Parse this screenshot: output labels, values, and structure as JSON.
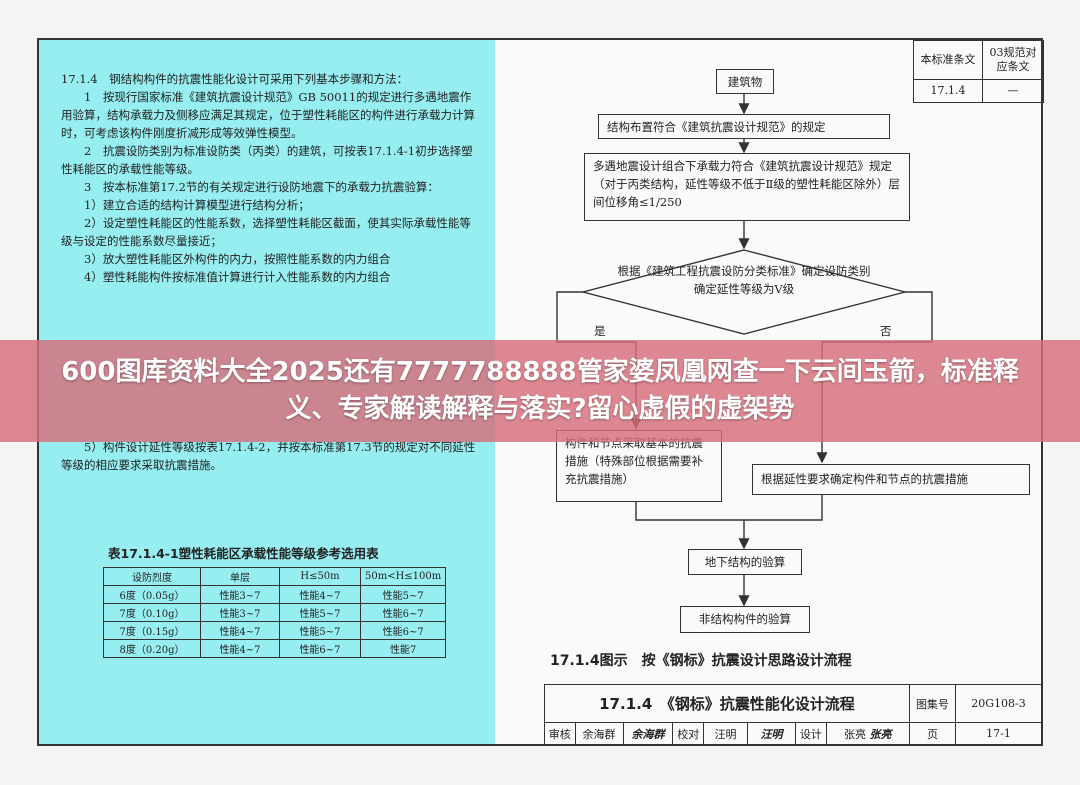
{
  "left": {
    "paragraphs": [
      "17.1.4　钢结构构件的抗震性能化设计可采用下列基本步骤和方法：",
      "　　1　按现行国家标准《建筑抗震设计规范》GB 50011的规定进行多遇地震作用验算，结构承载力及侧移应满足其规定，位于塑性耗能区的构件进行承载力计算时，可考虑该构件刚度折减形成等效弹性模型。",
      "　　2　抗震设防类别为标准设防类（丙类）的建筑，可按表17.1.4-1初步选择塑性耗能区的承载性能等级。",
      "　　3　按本标准第17.2节的有关规定进行设防地震下的承载力抗震验算：",
      "　　1）建立合适的结构计算模型进行结构分析；",
      "　　2）设定塑性耗能区的性能系数，选择塑性耗能区截面，使其实际承载性能等级与设定的性能系数尽量接近；",
      "　　3）放大塑性耗能区外构件的内力，按照性能系数的内力组合",
      "　　4）塑性耗能构件按标准值计算进行计入性能系数的内力组合"
    ],
    "paragraph_bottom": "　　5）构件设计延性等级按表17.1.4-2，并按本标准第17.3节的规定对不同延性等级的相应要求采取抗震措施。",
    "table_title": "表17.1.4-1塑性耗能区承载性能等级参考选用表",
    "table": {
      "headers": [
        "设防烈度",
        "单层",
        "H≤50m",
        "50m<H≤100m"
      ],
      "rows": [
        [
          "6度（0.05g）",
          "性能3~7",
          "性能4~7",
          "性能5~7"
        ],
        [
          "7度（0.10g）",
          "性能3~7",
          "性能5~7",
          "性能6~7"
        ],
        [
          "7度（0.15g）",
          "性能4~7",
          "性能5~7",
          "性能6~7"
        ],
        [
          "8度（0.20g）",
          "性能4~7",
          "性能6~7",
          "性能7"
        ]
      ]
    }
  },
  "ref": {
    "h1": "本标准条文",
    "h2": "03规范对应条文",
    "v1": "17.1.4",
    "v2": "—"
  },
  "flow": {
    "building": "建筑物",
    "layout": "结构布置符合《建筑抗震设计规范》的规定",
    "frequent": "多遇地震设计组合下承载力符合《建筑抗震设计规范》规定（对于丙类结构，延性等级不低于Ⅱ级的塑性耗能区除外）层间位移角≤1/250",
    "decision": "根据《建筑工程抗震设防分类标准》确定设防类别确定延性等级为Ⅴ级",
    "yes": "是",
    "no": "否",
    "left_measure": "构件和节点采取基本的抗震措施（特殊部位根据需要补充抗震措施）",
    "right_measure": "根据延性要求确定构件和节点的抗震措施",
    "underground": "地下结构的验算",
    "nonstructural": "非结构构件的验算",
    "caption": "17.1.4图示　按《钢标》抗震设计思路设计流程"
  },
  "title_block": {
    "title": "17.1.4　《钢标》抗震性能化设计流程",
    "atlas_label": "图集号",
    "atlas_no": "20G108-3",
    "review": "审核",
    "reviewer": "余海群",
    "reviewer_sig": "余海群",
    "check": "校对",
    "checker": "汪明",
    "checker_sig": "汪明",
    "design": "设计",
    "designer": "张亮",
    "designer_sig": "张亮",
    "page_label": "页",
    "page_no": "17-1"
  },
  "banner": {
    "text": "600图库资料大全2025还有7777788888管家婆凤凰网查一下云间玉箭，标准释义、专家解读解释与落实?留心虚假的虚架势"
  }
}
